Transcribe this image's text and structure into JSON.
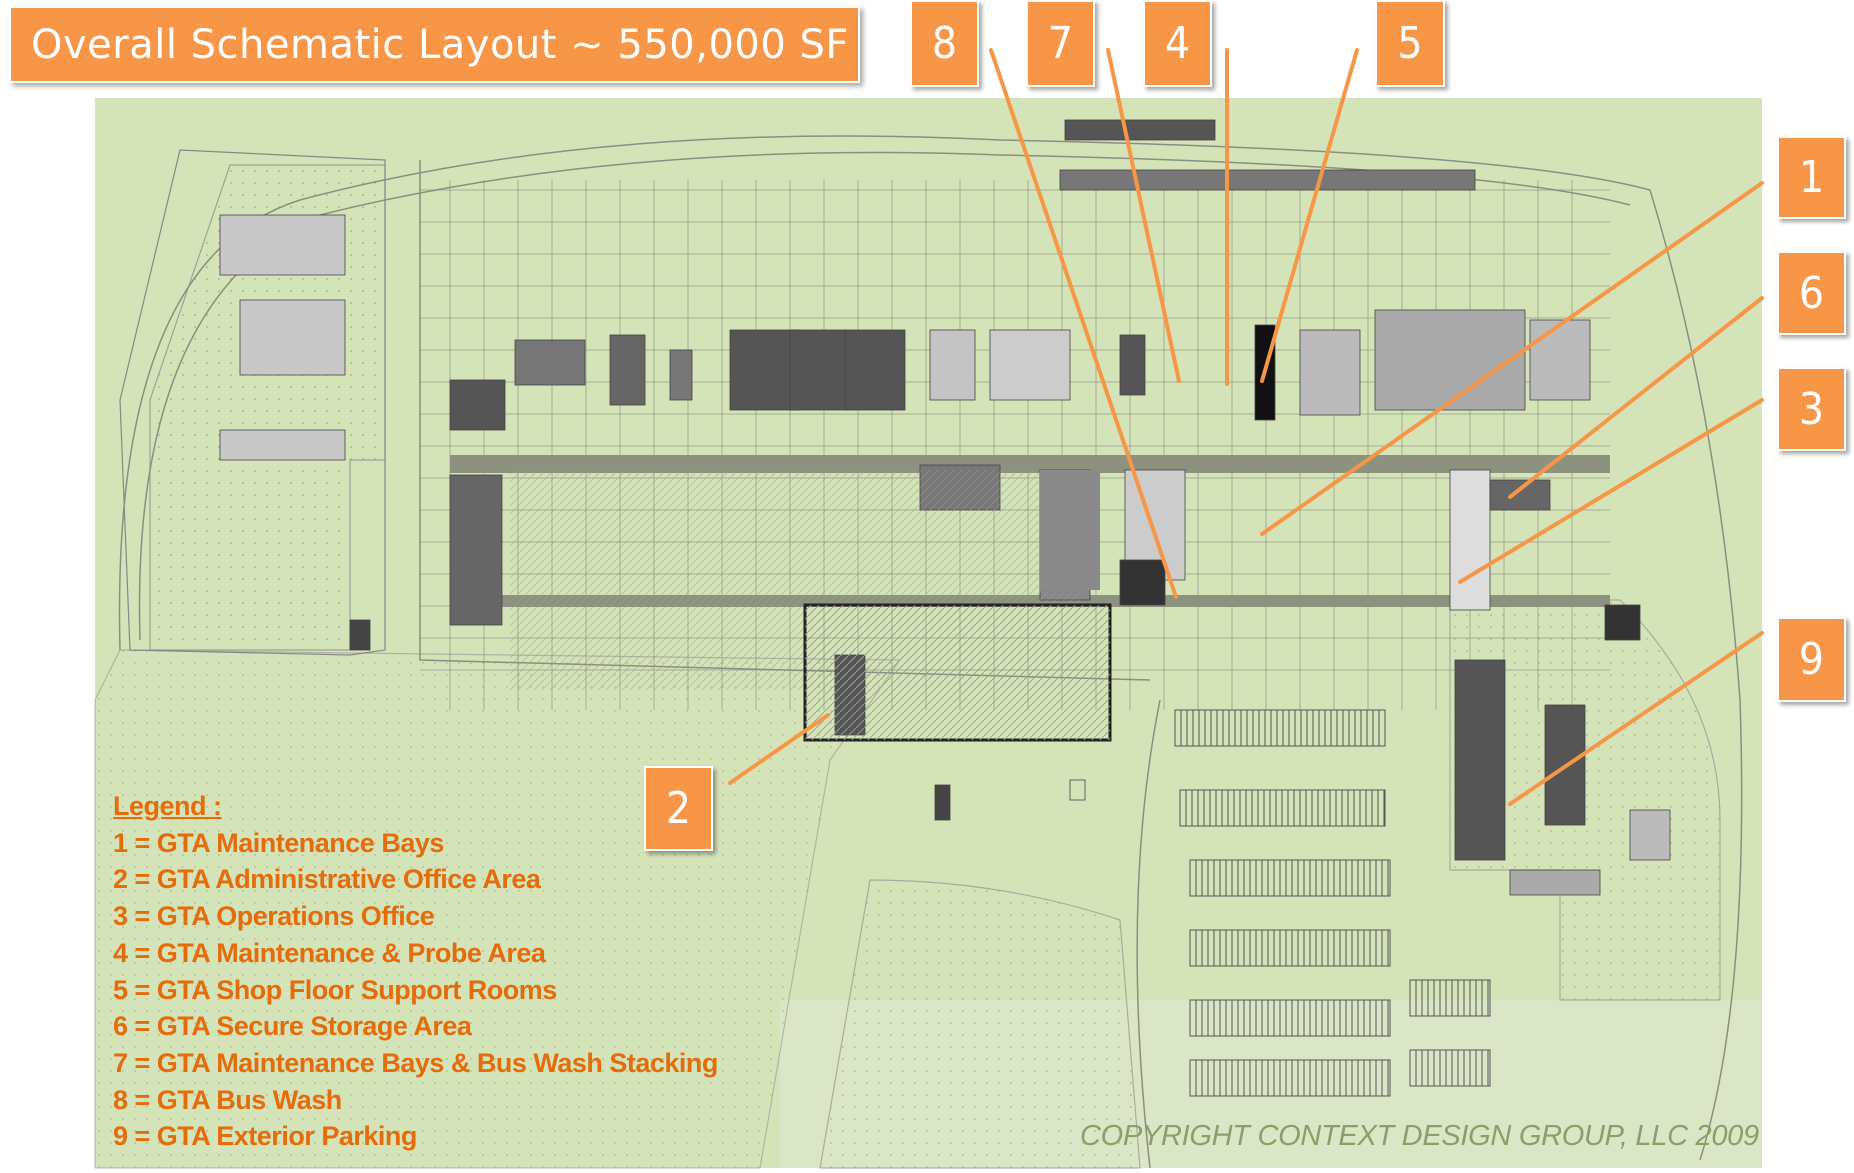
{
  "title": "Overall  Schematic  Layout ~ 550,000 SF",
  "callouts": [
    "1",
    "2",
    "3",
    "4",
    "5",
    "6",
    "7",
    "8",
    "9"
  ],
  "legend": {
    "heading": "Legend :",
    "items": [
      "1 = GTA Maintenance Bays",
      "2 = GTA Administrative Office Area",
      "3 = GTA Operations Office",
      "4 = GTA  Maintenance & Probe Area",
      "5 = GTA Shop Floor Support Rooms",
      "6 = GTA Secure Storage Area",
      "7 = GTA Maintenance Bays & Bus Wash Stacking",
      "8 = GTA Bus Wash",
      "9 = GTA Exterior Parking"
    ]
  },
  "copyright": "COPYRIGHT CONTEXT DESIGN GROUP, LLC  2009",
  "colors": {
    "accent": "#f79646",
    "legend_text": "#e46c0a",
    "plan_background": "#d5e3b8"
  }
}
